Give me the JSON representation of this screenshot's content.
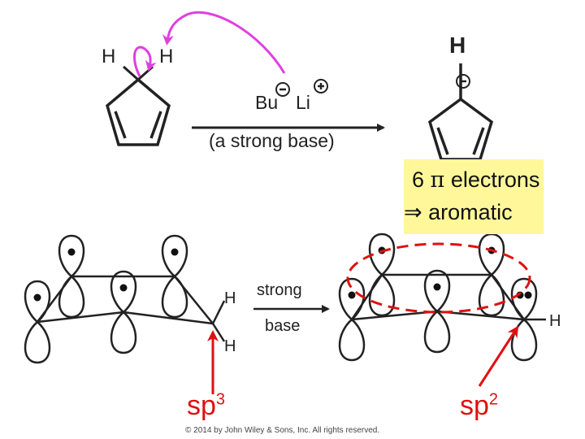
{
  "top_reaction": {
    "reactant_h_left": "H",
    "reactant_h_right": "H",
    "reagent_bu": "Bu",
    "reagent_li": "Li",
    "arrow_caption": "(a strong base)",
    "product_h": "H"
  },
  "callout": {
    "line1_prefix": "6",
    "line1_symbol": "π",
    "line1_suffix": "electrons",
    "line2_symbol": "⇒",
    "line2_suffix": "aromatic"
  },
  "bottom_reaction": {
    "left_h_upper": "H",
    "left_h_lower": "H",
    "arrow_top": "strong",
    "arrow_bottom": "base",
    "right_h": "H",
    "sp3_label": "sp",
    "sp3_exp": "3",
    "sp2_label": "sp",
    "sp2_exp": "2"
  },
  "copyright": "© 2014 by John Wiley & Sons, Inc. All rights reserved.",
  "colors": {
    "curved_arrow": "#e040e0",
    "red_arrow": "#e01010",
    "callout_bg": "#fff79a"
  }
}
